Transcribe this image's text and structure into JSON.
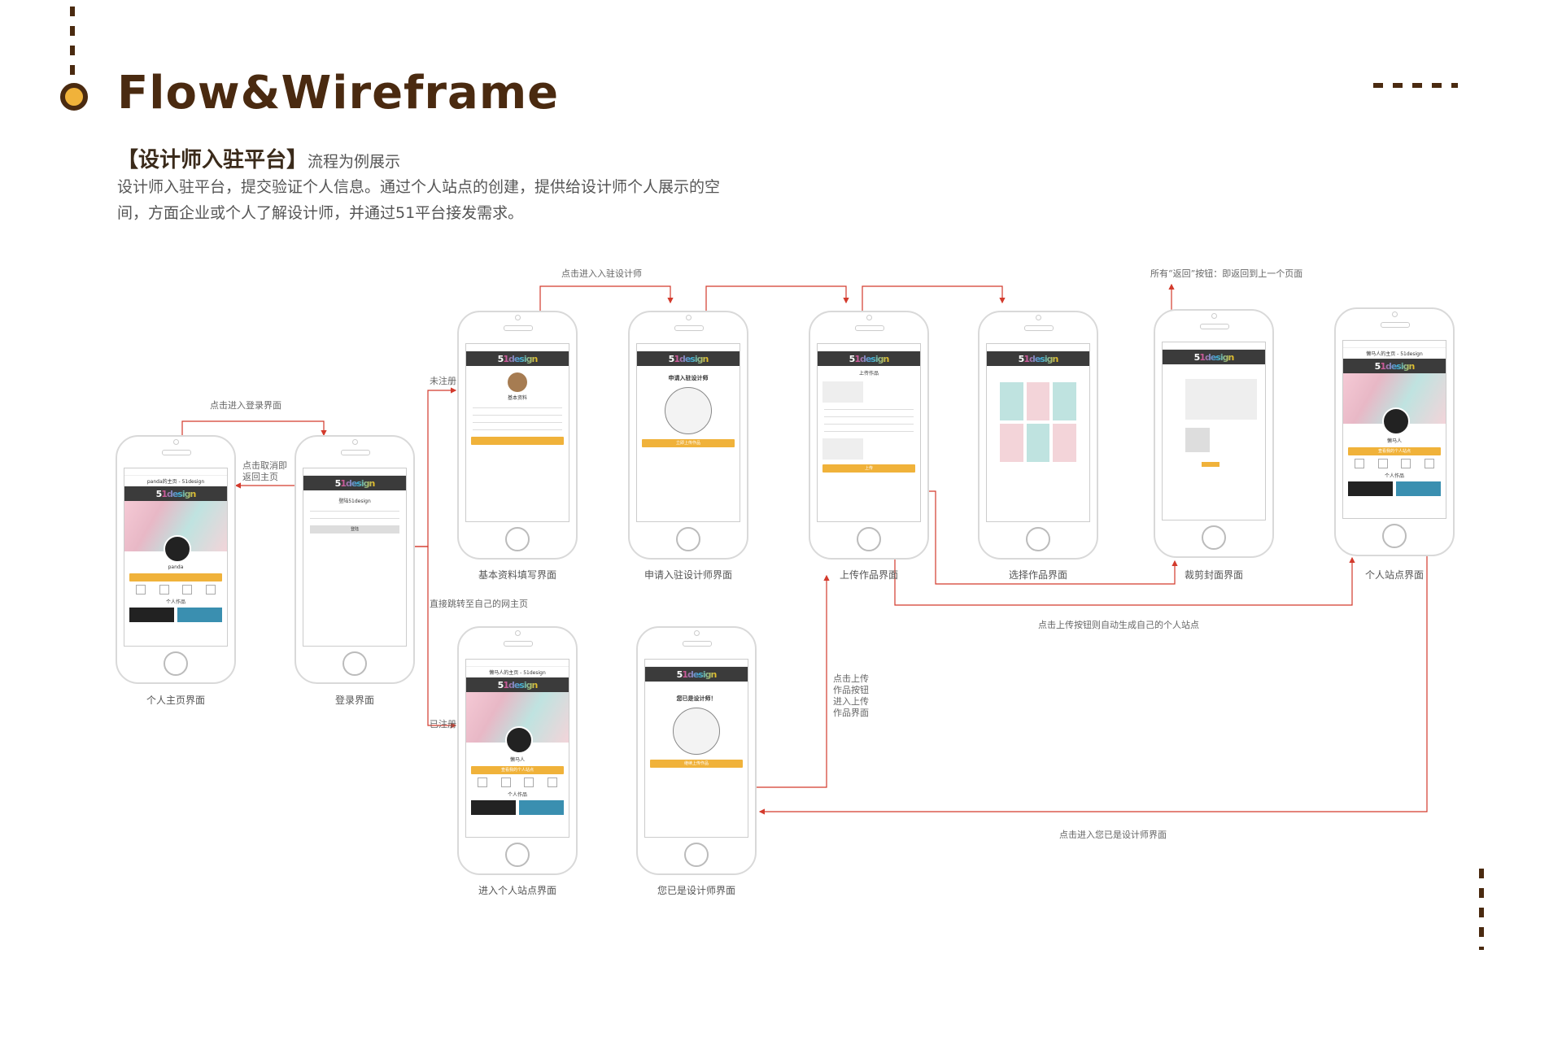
{
  "header": {
    "title": "Flow&Wireframe",
    "subtitle": "【设计师入驻平台】",
    "subtitle_note": "流程为例展示",
    "description": "设计师入驻平台，提交验证个人信息。通过个人站点的创建，提供给设计师个人展示的空间，方面企业或个人了解设计师，并通过51平台接发需求。"
  },
  "screens": {
    "profile_home": "个人主页界面",
    "login": "登录界面",
    "basic_info": "基本资料填写界面",
    "apply_designer": "申请入驻设计师界面",
    "upload_works": "上传作品界面",
    "select_works": "选择作品界面",
    "crop": "裁剪封面界面",
    "personal_site": "个人站点界面",
    "enter_site": "进入个人站点界面",
    "already_designer": "您已是设计师界面"
  },
  "screen_text": {
    "profile_title": "panda的主页 - 51design",
    "profile_name": "panda",
    "login_title": "登陆51design",
    "login_button": "登陆",
    "basic_title": "基本资料",
    "apply_title": "申请入驻设计师",
    "apply_button": "立即上传作品",
    "upload_title": "上传作品",
    "upload_button": "上传",
    "site_title": "懒马人的主页 - 51design",
    "site_name": "懒马人",
    "site_works": "个人作品",
    "site_button": "查看我的个人站点",
    "already_title": "您已是设计师！",
    "already_button": "继续上传作品",
    "profile_works": "个人作品"
  },
  "annotations": {
    "to_login": "点击进入登录界面",
    "cancel_back": "点击取消即返回主页",
    "not_registered": "未注册",
    "registered": "已注册",
    "jump_home": "直接跳转至自己的网主页",
    "enter_apply": "点击进入入驻设计师",
    "back_rule": "所有“返回”按钮：即返回到上一个页面",
    "auto_generate": "点击上传按钮则自动生成自己的个人站点",
    "upload_enter": "点击上传作品按钮进入上传作品界面",
    "enter_already": "点击进入您已是设计师界面"
  },
  "colors": {
    "brand_brown": "#4a2a10",
    "accent_yellow": "#f0b23a",
    "flow_red": "#d33a2c"
  }
}
